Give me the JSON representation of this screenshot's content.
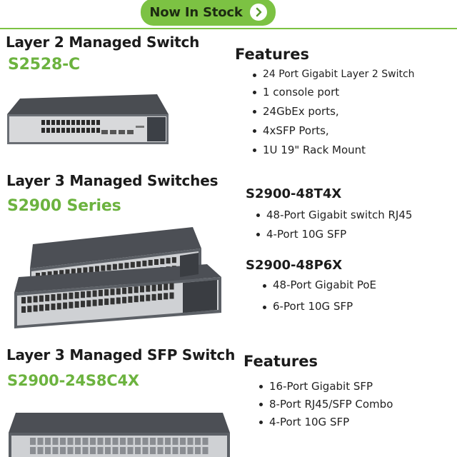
{
  "banner": {
    "label": "Now In Stock",
    "arrow_icon": "chevron-right-circle-icon",
    "accent": "#7cc243"
  },
  "section1": {
    "heading": "Layer 2 Managed Switch",
    "model": "S2528-C",
    "features_title": "Features",
    "features": [
      "24 Port Gigabit Layer 2 Switch",
      "1 console port",
      "24GbEx ports,",
      "4xSFP Ports,",
      "1U 19\" Rack Mount"
    ]
  },
  "section2": {
    "heading": "Layer 3 Managed Switches",
    "model": "S2900 Series",
    "variants": [
      {
        "name": "S2900-48T4X",
        "features": [
          "48-Port Gigabit switch RJ45",
          "4-Port 10G SFP"
        ]
      },
      {
        "name": "S2900-48P6X",
        "features": [
          "48-Port Gigabit PoE",
          "6-Port 10G SFP"
        ]
      }
    ]
  },
  "section3": {
    "heading": "Layer 3 Managed SFP Switch",
    "model": "S2900-24S8C4X",
    "features_title": "Features",
    "features": [
      "16-Port Gigabit SFP",
      "8-Port RJ45/SFP Combo",
      "4-Port 10G SFP"
    ]
  },
  "colors": {
    "model_green": "#6cb33f",
    "text": "#1b1b1b"
  }
}
